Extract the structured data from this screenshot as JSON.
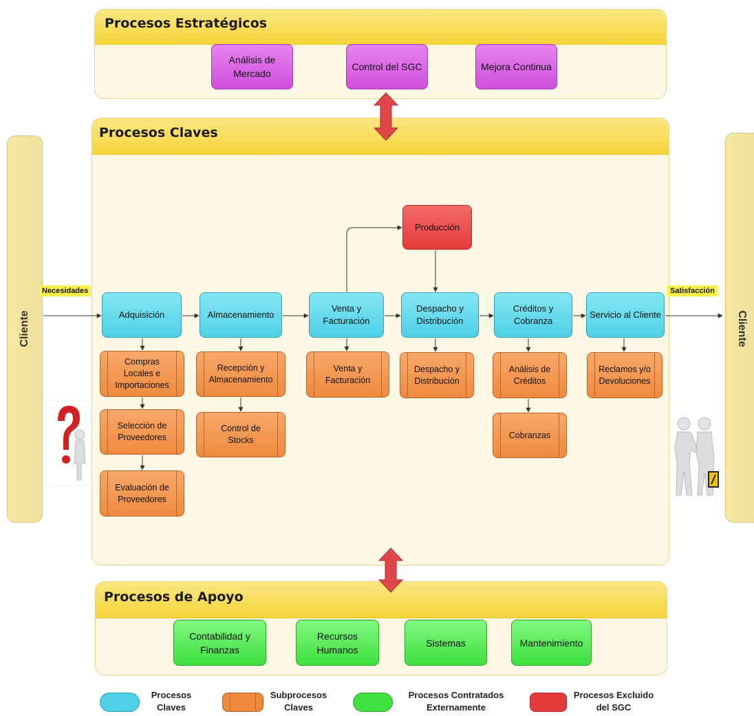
{
  "strategic": {
    "title": "Procesos Estratégicos",
    "items": [
      "Análisis de Mercado",
      "Control del SGC",
      "Mejora Continua"
    ]
  },
  "key": {
    "title": "Procesos Claves",
    "main": [
      "Adquisición",
      "Almacenamiento",
      "Venta y Facturación",
      "Despacho y Distribución",
      "Créditos y Cobranza",
      "Servicio al Cliente"
    ],
    "production": "Producción",
    "sub": {
      "adquisicion": [
        "Compras Locales e Importaciones",
        "Selección de Proveedores",
        "Evaluación de Proveedores"
      ],
      "almacenamiento": [
        "Recepción y Almacenamiento",
        "Control de Stocks"
      ],
      "venta": [
        "Venta y Facturación"
      ],
      "despacho": [
        "Despacho y Distribución"
      ],
      "creditos": [
        "Análisis de Créditos",
        "Cobranzas"
      ],
      "servicio": [
        "Reclamos y/o Devoluciones"
      ]
    }
  },
  "support": {
    "title": "Procesos de Apoyo",
    "items": [
      "Contabilidad y Finanzas",
      "Recursos Humanos",
      "Sistemas",
      "Mantenimiento"
    ]
  },
  "clients": {
    "left": "Cliente",
    "right": "Cliente"
  },
  "tags": {
    "needs": "Necesidades",
    "satisfaction": "Satisfacción"
  },
  "legend": [
    {
      "label": "Procesos Claves",
      "color": "#4fd0e6"
    },
    {
      "label": "Subprocesos Claves",
      "color": "#ef8a3d"
    },
    {
      "label": "Procesos Contratados Externamente",
      "color": "#3fe03f"
    },
    {
      "label": "Procesos Excluido del SGC",
      "color": "#e53a3a"
    }
  ],
  "colors": {
    "section_header": "#f6d43a",
    "section_body": "#fdf8e4",
    "strategic": "#cf4fdc",
    "double_arrow": "#e0464a"
  }
}
